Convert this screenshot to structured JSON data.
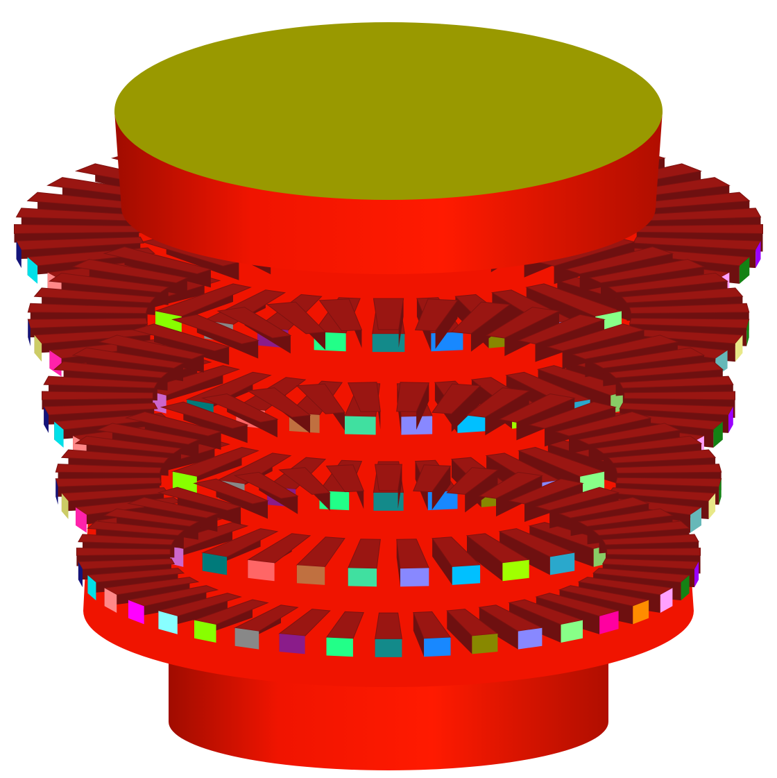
{
  "scene": {
    "subject": "cylinder-with-radial-fins",
    "background_color": "#ffffff",
    "body_color": "#f01400",
    "body_edge_color": "#c20f00",
    "top_cap_color": "#999900",
    "fin_top_color": "#9a1612",
    "fin_side_color": "#6e1010",
    "fin_ring_count": 5,
    "fins_per_ring": 40,
    "face_colors": [
      "#ff8c00",
      "#9b00ff",
      "#14147a",
      "#148214",
      "#00e0e8",
      "#ffa0ff",
      "#ff8888",
      "#ff8c00",
      "#ff00ff",
      "#ff00a0",
      "#88ffff",
      "#88ff88",
      "#88ff00",
      "#8888ff",
      "#888888",
      "#888800",
      "#8a1c8a",
      "#22ff88",
      "#1888ff",
      "#138a8a",
      "#148214",
      "#14147a",
      "#e8e888",
      "#cccc66",
      "#66b8b8",
      "#ff22aa",
      "#448844",
      "#b8b800",
      "#8a5cc8",
      "#ff8c00",
      "#88cc66",
      "#cc66cc",
      "#2aa8cc",
      "#007a7a",
      "#a0ff00",
      "#ff6666",
      "#00c0ff",
      "#c07040",
      "#8888ff",
      "#40e0a0"
    ]
  }
}
